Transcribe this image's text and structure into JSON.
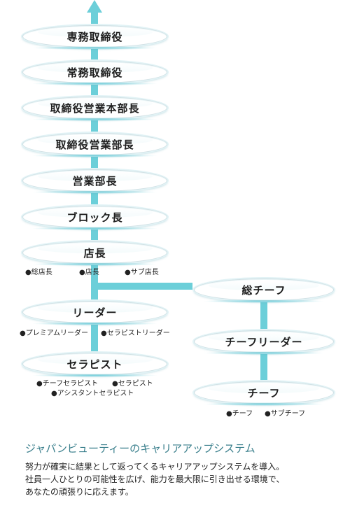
{
  "diagram": {
    "line_color": "#6ccfd9",
    "nodes": {
      "senmu": "専務取締役",
      "jomu": "常務取締役",
      "honbucho": "取締役営業本部長",
      "torishimari_bucho": "取締役営業部長",
      "eigyo_bucho": "営業部長",
      "block": "ブロック長",
      "tencho": "店長",
      "leader": "リーダー",
      "therapist": "セラピスト",
      "so_chief": "総チーフ",
      "chief_leader": "チーフリーダー",
      "chief": "チーフ"
    },
    "notes": {
      "tencho": [
        "●総店長",
        "●店長",
        "●サブ店長"
      ],
      "leader": [
        "●プレミアムリーダー",
        "●セラピストリーダー"
      ],
      "therapist_row1": [
        "●チーフセラピスト",
        "●セラピスト"
      ],
      "therapist_row2": "●アシスタントセラピスト",
      "chief": [
        "●チーフ",
        "●サブチーフ"
      ]
    }
  },
  "footer": {
    "title": "ジャパンビューティーのキャリアアップシステム",
    "lines": [
      "努力が確実に結果として返ってくるキャリアアップシステムを導入。",
      "社員一人ひとりの可能性を広げ、能力を最大限に引き出せる環境で、",
      "あなたの頑張りに応えます。"
    ]
  }
}
